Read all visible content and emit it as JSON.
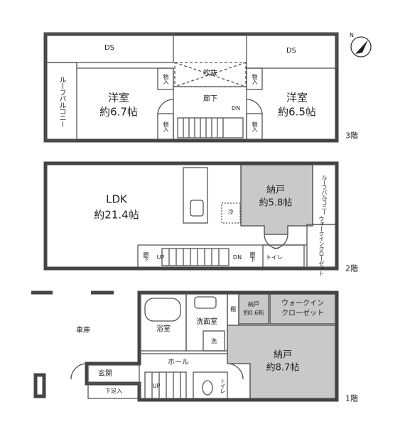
{
  "compass": {
    "label": "N"
  },
  "floor3": {
    "name": "3階",
    "ds_left": "DS",
    "ds_right": "DS",
    "roof_balcony": "ルーフバルコニー",
    "west_room": {
      "name": "洋室",
      "size": "約6.7帖"
    },
    "east_room": {
      "name": "洋室",
      "size": "約6.5帖"
    },
    "storage": "物入",
    "atrium": "吹抜",
    "hall": "廊下",
    "stair_dn": "DN"
  },
  "floor2": {
    "name": "2階",
    "ldk": {
      "name": "LDK",
      "size": "約21.4帖"
    },
    "closet": {
      "name": "納戸",
      "size": "約5.8帖"
    },
    "roof_balcony": "ルーフバルコニー",
    "walkin": "ウォークインクローゼット",
    "fridge": "冷",
    "hall": "廊下",
    "up": "UP",
    "dn": "DN",
    "toilet": "トイレ"
  },
  "floor1": {
    "name": "1階",
    "garage": "車庫",
    "bath": "浴室",
    "washroom": "洗面室",
    "washer": "洗",
    "shelf": "棚",
    "small_closet": {
      "name": "納戸",
      "size": "約0.6帖"
    },
    "walkin": {
      "line1": "ウォークイン",
      "line2": "クローゼット"
    },
    "closet": {
      "name": "納戸",
      "size": "約8.7帖"
    },
    "entrance": "玄関",
    "shoe": "下足入",
    "hall": "ホール",
    "up": "UP",
    "toilet": "トイレ"
  }
}
